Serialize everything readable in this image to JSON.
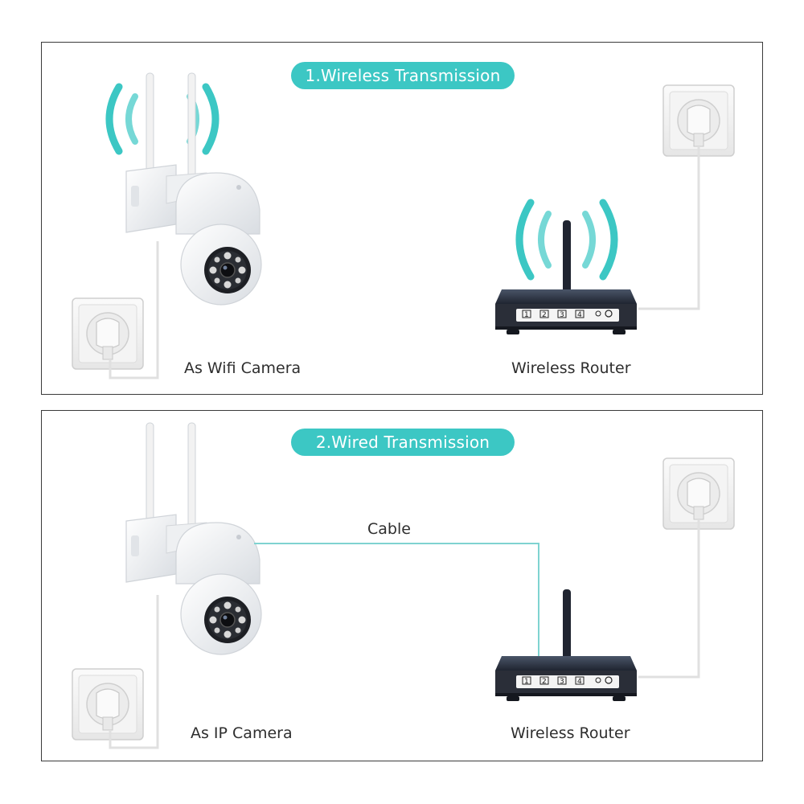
{
  "sections": [
    {
      "title": "1.Wireless Transmission",
      "device_label": "As Wifi Camera",
      "router_label": "Wireless Router"
    },
    {
      "title": "2.Wired Transmission",
      "device_label": "As IP Camera",
      "router_label": "Wireless Router",
      "cable_label": "Cable"
    }
  ],
  "router_ports": [
    "1",
    "2",
    "3",
    "4"
  ],
  "colors": {
    "accent": "#3cc7c4",
    "border": "#3a3a3a",
    "text": "#2e2e2e",
    "router_body": "#2c2f3a"
  },
  "icons": [
    "wifi-signal-icon",
    "power-outlet-icon",
    "ptz-camera-icon",
    "router-icon"
  ]
}
